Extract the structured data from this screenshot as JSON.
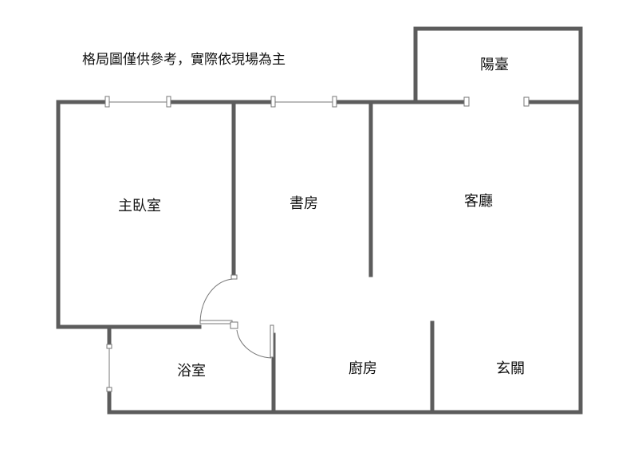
{
  "note": "格局圖僅供參考，實際依現場為主",
  "rooms": {
    "balcony": "陽臺",
    "master_bedroom": "主臥室",
    "study": "書房",
    "living_room": "客廳",
    "bathroom": "浴室",
    "kitchen": "廚房",
    "entrance": "玄關"
  },
  "colors": {
    "wall": "#5c5c5c"
  }
}
